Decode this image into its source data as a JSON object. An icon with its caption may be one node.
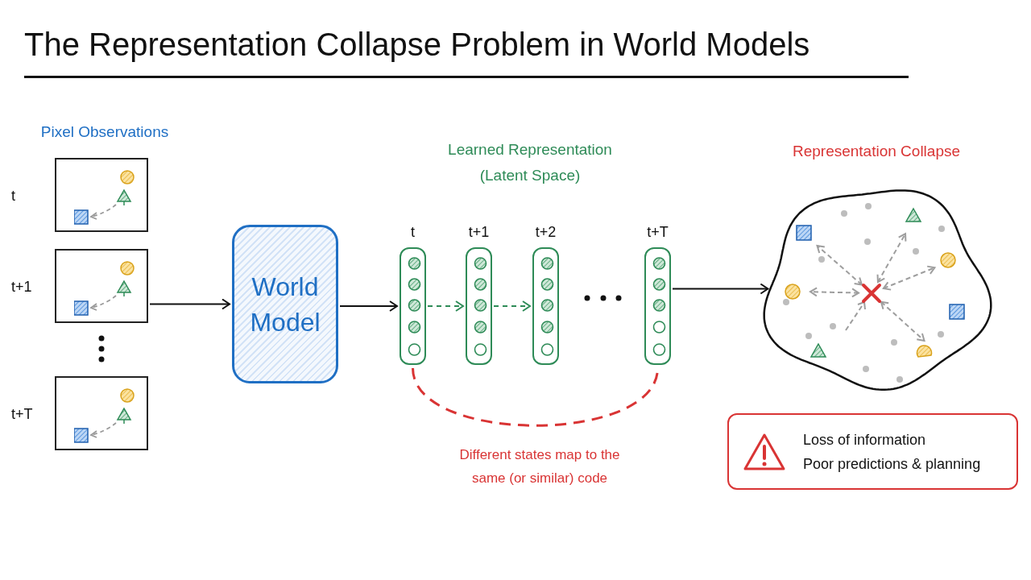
{
  "diagram": {
    "title": "The Representation Collapse Problem in World Models",
    "nodes": [
      {
        "text": [],
        "shape": "box",
        "beside": [
          "t"
        ]
      },
      {
        "text": [],
        "shape": "box",
        "beside": [
          "t+1"
        ]
      },
      {
        "text": [],
        "shape": "box",
        "beside": [
          "t+T"
        ]
      },
      {
        "text": [
          "World Model"
        ]
      },
      {
        "text": [],
        "shape": "bar",
        "beside": [
          "t"
        ]
      },
      {
        "text": [],
        "shape": "bar",
        "beside": [
          "t+1"
        ]
      },
      {
        "text": [],
        "shape": "bar",
        "beside": [
          "t+2"
        ]
      },
      {
        "text": [],
        "shape": "bar",
        "beside": [
          "t+T"
        ]
      },
      {
        "text": [],
        "shape": "cloud"
      },
      {
        "text": [
          "Loss of information",
          "Poor predictions & planning"
        ]
      }
    ],
    "edges": [
      {
        "from": 1,
        "to": 3,
        "arrow": "to"
      },
      {
        "from": 3,
        "to": 4,
        "arrow": "to"
      },
      {
        "from": 4,
        "to": 5,
        "arrow": "to",
        "style": "dashed",
        "color": "#2e8b57"
      },
      {
        "from": 5,
        "to": 6,
        "arrow": "to",
        "style": "dashed",
        "color": "#2e8b57"
      },
      {
        "from": 7,
        "to": 8,
        "arrow": "to"
      },
      {
        "from": 4,
        "to": 7,
        "arrow": "none",
        "style": "dashed",
        "color": "#d93434"
      }
    ],
    "labels": [
      "Pixel Observations",
      "Learned Representation (Latent Space)",
      "Representation Collapse",
      "Different states map to the same (or similar) code"
    ]
  }
}
